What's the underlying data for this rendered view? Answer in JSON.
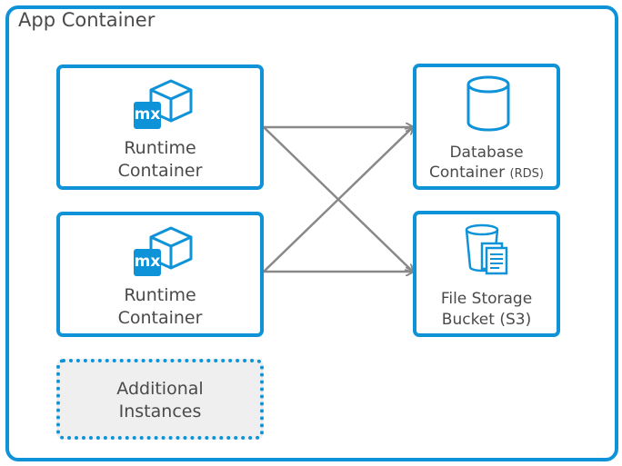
{
  "diagram": {
    "title": "App Container",
    "runtime1": {
      "line1": "Runtime",
      "line2": "Container",
      "badge": "mx"
    },
    "runtime2": {
      "line1": "Runtime",
      "line2": "Container",
      "badge": "mx"
    },
    "database": {
      "line1": "Database",
      "line2": "Container",
      "suffix": "(RDS)"
    },
    "storage": {
      "line1": "File Storage",
      "line2": "Bucket (S3)"
    },
    "additional": {
      "line1": "Additional",
      "line2": "Instances"
    },
    "icons": {
      "runtime": "cube-icon",
      "database": "database-cylinder-icon",
      "storage": "bucket-document-icon"
    },
    "colors": {
      "accent": "#0f93d8",
      "text": "#4a4a4a",
      "dashed_fill": "#efefef",
      "arrow": "#888888"
    }
  }
}
